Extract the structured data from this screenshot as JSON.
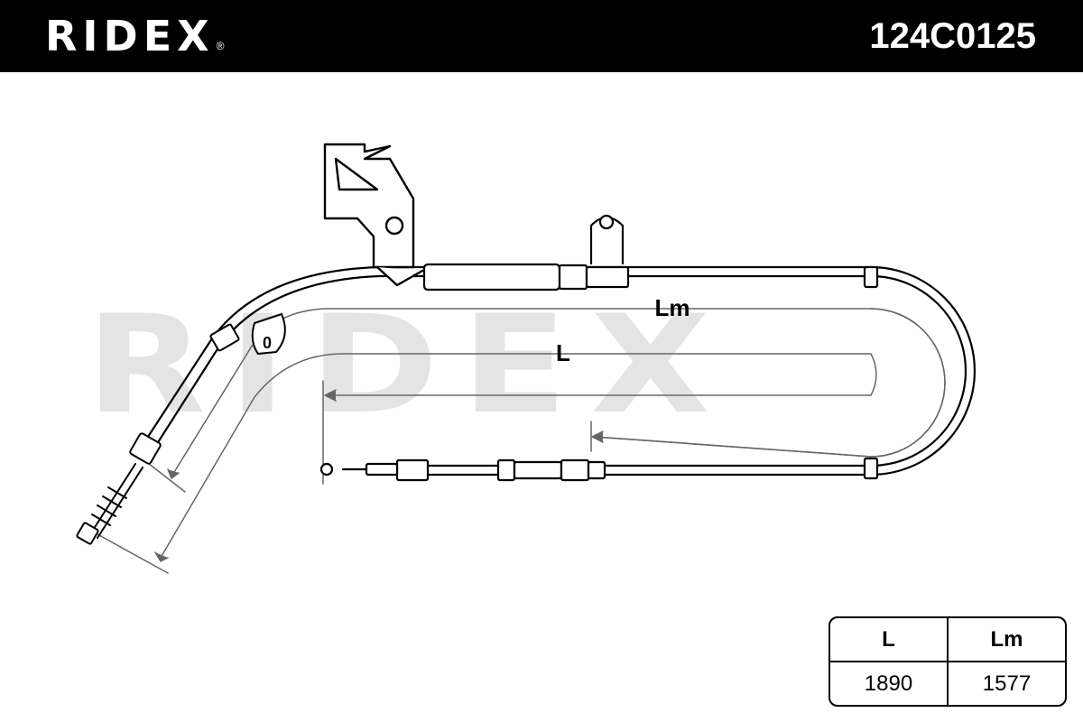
{
  "header": {
    "brand": "RIDEX",
    "brand_mark": "®",
    "part_number": "124C0125",
    "background": "#000000",
    "text_color": "#ffffff"
  },
  "watermark": {
    "text": "RIDEX",
    "color": "#e4e4e4"
  },
  "diagram": {
    "dimension_labels": {
      "lm": "Lm",
      "l": "L",
      "bracket_hole": "0"
    }
  },
  "spec_table": {
    "headers": [
      "L",
      "Lm"
    ],
    "values": [
      "1890",
      "1577"
    ]
  }
}
